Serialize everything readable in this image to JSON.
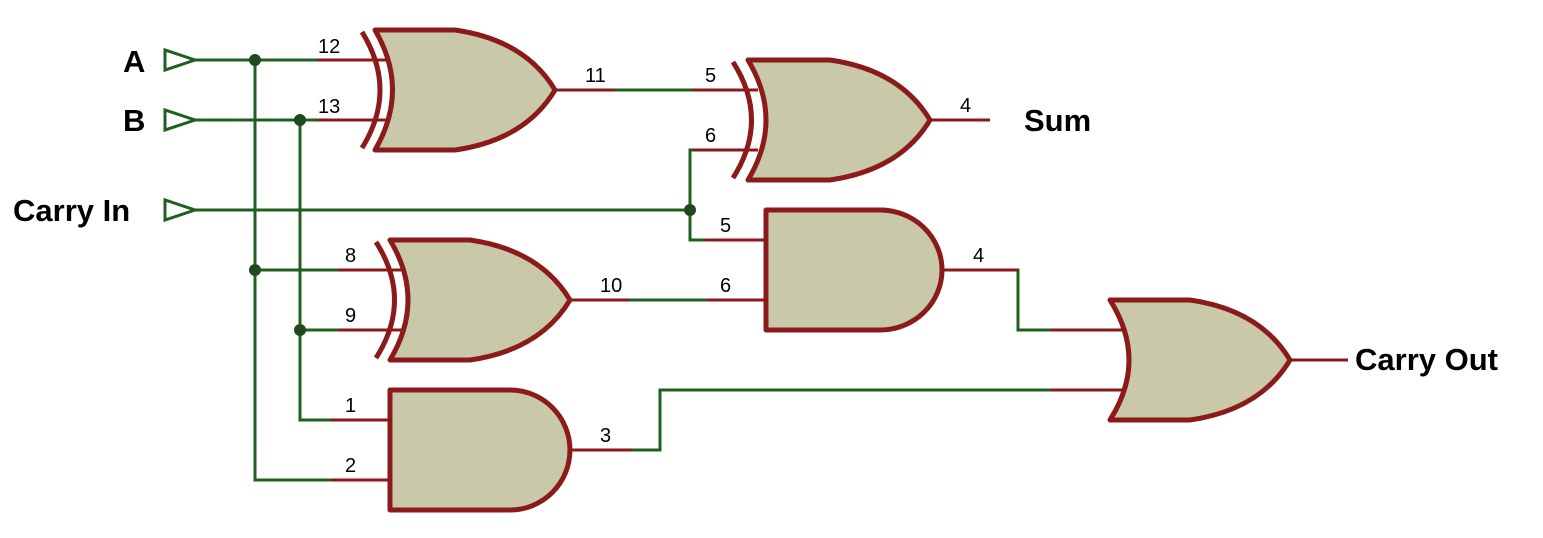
{
  "inputs": {
    "a": "A",
    "b": "B",
    "carry_in": "Carry In"
  },
  "outputs": {
    "sum": "Sum",
    "carry_out": "Carry Out"
  },
  "pins": {
    "xor1_in1": "12",
    "xor1_in2": "13",
    "xor1_out": "11",
    "xor2_in1": "5",
    "xor2_in2": "6",
    "xor2_out": "4",
    "and1_in1": "5",
    "and1_in2": "6",
    "and1_out": "4",
    "xor3_in1": "8",
    "xor3_in2": "9",
    "xor3_out": "10",
    "and2_in1": "1",
    "and2_in2": "2",
    "and2_out": "3"
  },
  "colors": {
    "wire": "#1f5f1f",
    "gate_outline": "#8b1a1a",
    "gate_fill": "#c9c9aa"
  }
}
